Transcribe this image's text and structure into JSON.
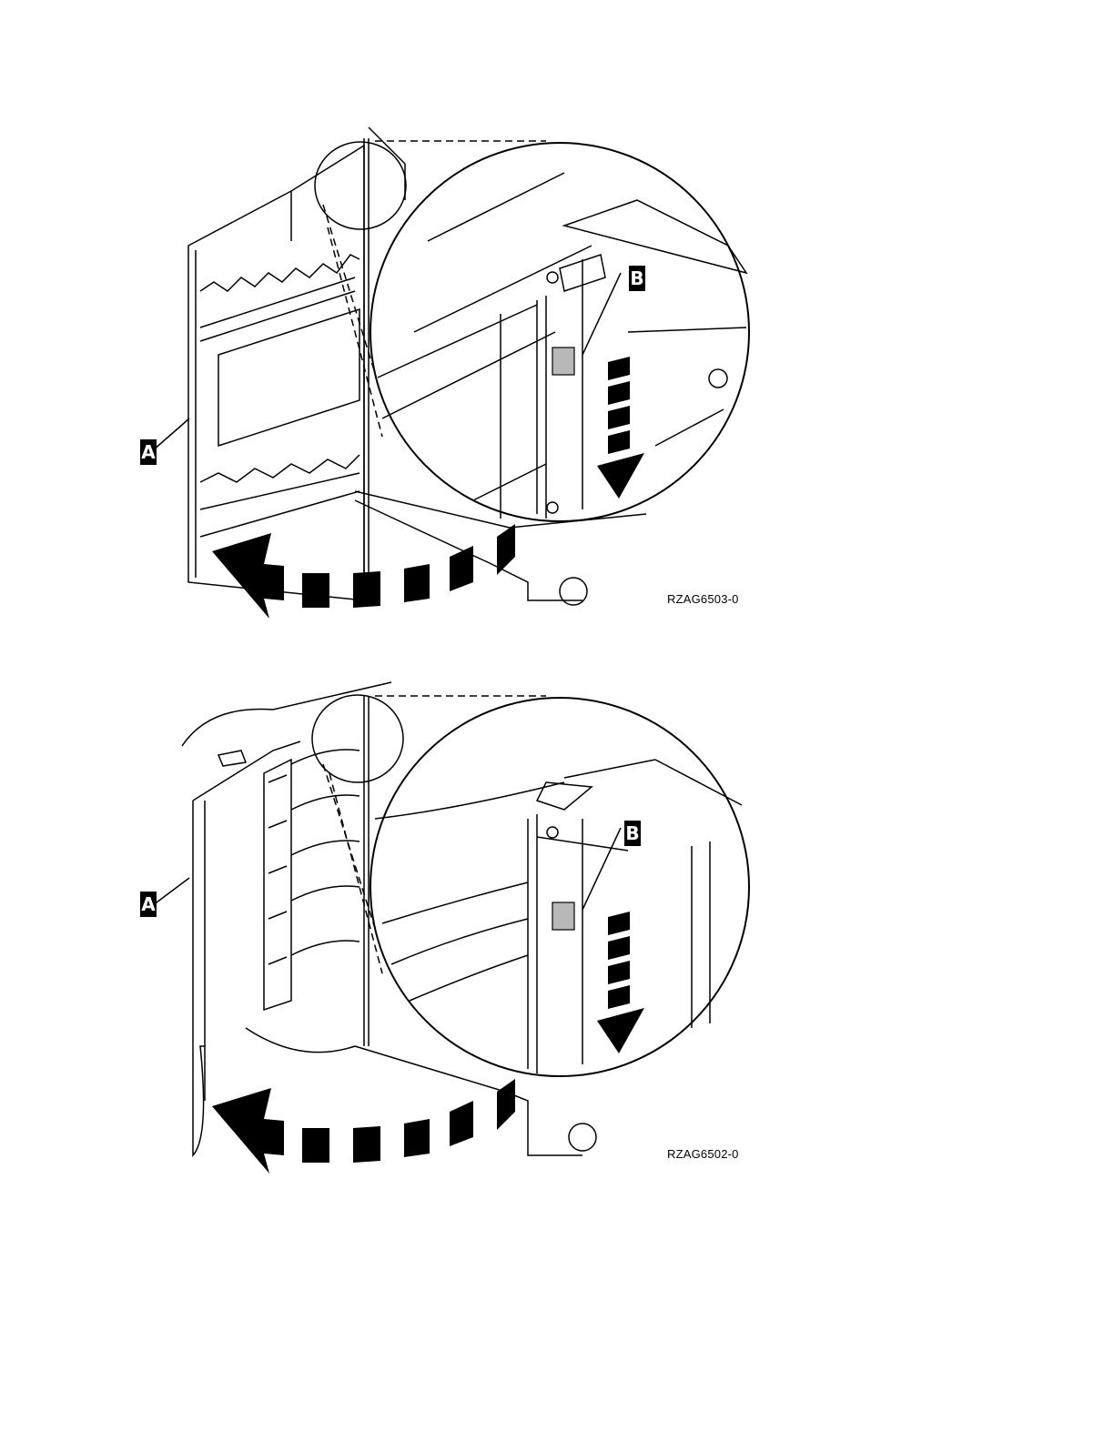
{
  "figures": [
    {
      "id": "RZAG6503-0",
      "callouts": [
        "A",
        "B"
      ]
    },
    {
      "id": "RZAG6502-0",
      "callouts": [
        "A",
        "B"
      ]
    }
  ],
  "colors": {
    "ink": "#000000",
    "paper": "#ffffff",
    "latch": "#b8b8b8"
  },
  "icons": [
    "rotation-arrow-icon",
    "down-arrow-icon",
    "magnifier-circle"
  ]
}
